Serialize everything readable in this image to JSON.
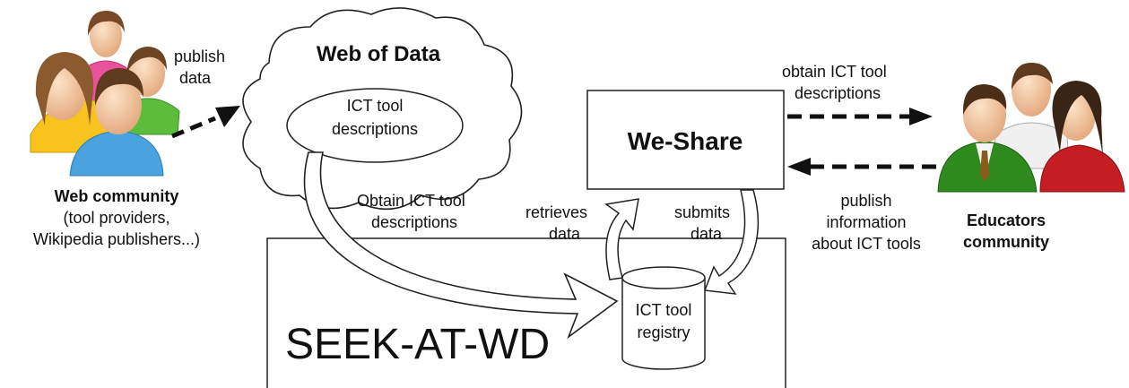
{
  "web_community": {
    "label": "Web community",
    "subtitle_line1": "(tool providers,",
    "subtitle_line2": "Wikipedia publishers...)"
  },
  "publish_data": {
    "line1": "publish",
    "line2": "data"
  },
  "cloud": {
    "title": "Web of Data",
    "ellipse_line1": "ICT tool",
    "ellipse_line2": "descriptions"
  },
  "obtain_center": {
    "line1": "Obtain ICT tool",
    "line2": "descriptions"
  },
  "we_share": {
    "label": "We-Share"
  },
  "obtain_right": {
    "line1": "obtain ICT tool",
    "line2": "descriptions"
  },
  "publish_right": {
    "line1": "publish",
    "line2": "information",
    "line3": "about ICT tools"
  },
  "educators": {
    "line1": "Educators",
    "line2": "community"
  },
  "retrieves": {
    "line1": "retrieves",
    "line2": "data"
  },
  "submits": {
    "line1": "submits",
    "line2": "data"
  },
  "registry": {
    "line1": "ICT tool",
    "line2": "registry"
  },
  "seek": {
    "label": "SEEK-AT-WD"
  },
  "colors": {
    "skin": "#f3c9a2",
    "hair_brown": "#6b4526",
    "shirt_yellow": "#f7c31c",
    "shirt_blue": "#4aa3df",
    "shirt_pink": "#e8529a",
    "shirt_green": "#5cbd3c",
    "suit_green": "#2f8a1e",
    "suit_red": "#c41e22",
    "shirt_white": "#f0f0f0"
  }
}
